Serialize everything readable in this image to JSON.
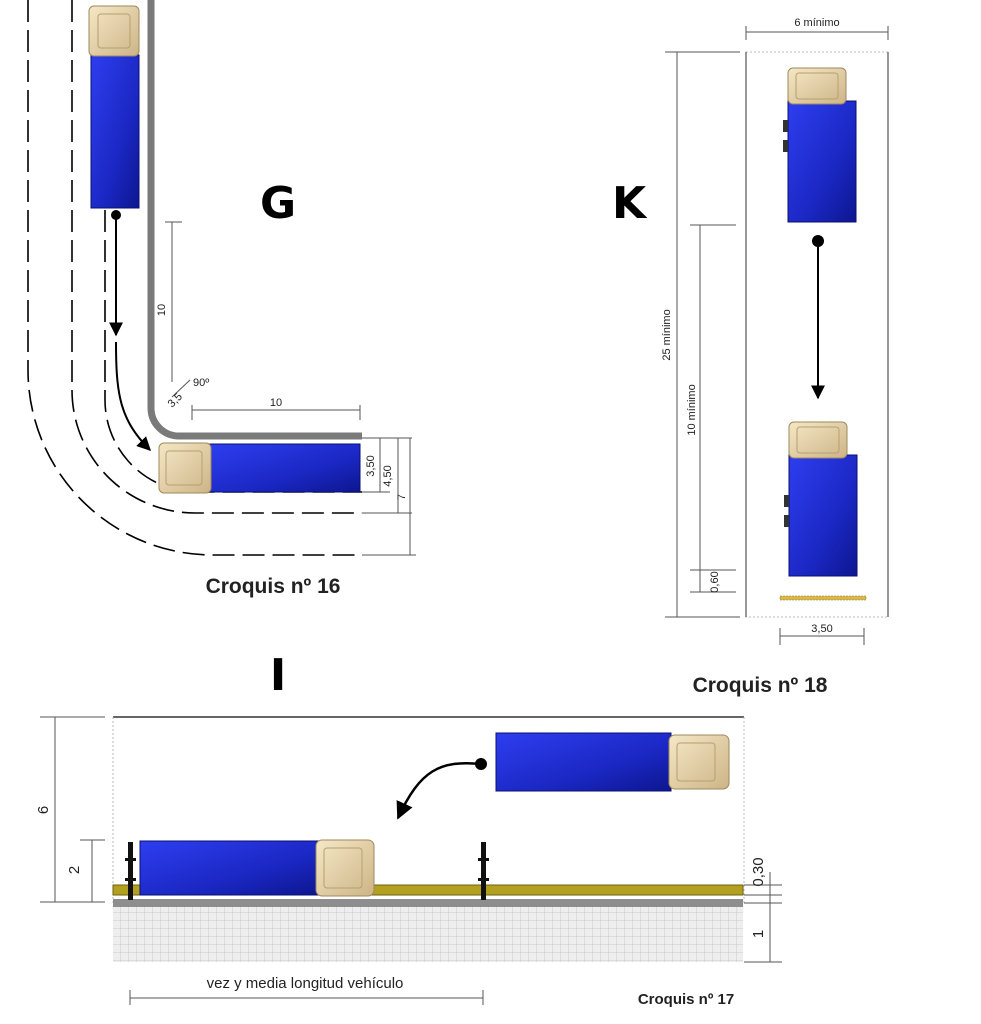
{
  "sections": {
    "g": {
      "letter": "G",
      "caption": "Croquis nº 16",
      "dims": {
        "d10_vertical": "10",
        "d90": "90º",
        "d3_5": "3,5",
        "d10_horizontal": "10",
        "d3_50": "3,50",
        "d4_50": "4,50",
        "d7": "7"
      }
    },
    "k": {
      "letter": "K",
      "caption": "Croquis nº 18",
      "dims": {
        "width_min": "6 mínimo",
        "length_min": "25 mínimo",
        "gap_min": "10 mínimo",
        "d0_60": "0,60",
        "d3_50": "3,50"
      }
    },
    "i": {
      "letter": "I",
      "caption": "Croquis nº 17",
      "dims": {
        "d6": "6",
        "d2": "2",
        "d0_30": "0,30",
        "d1": "1",
        "length_label": "vez y media longitud vehículo"
      }
    }
  },
  "colors": {
    "cargo": "#1f2fd0",
    "cab": "#e9d6a8",
    "curb": "#7a7a7a",
    "strip": "#b3a020",
    "sidewalk": "#e6e6e6"
  }
}
